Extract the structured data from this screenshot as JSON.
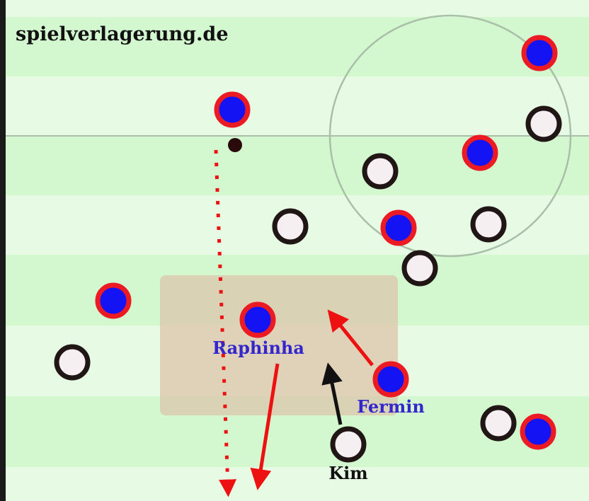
{
  "watermark": "spielverlagerung.de",
  "colors": {
    "stripe_light": "#e7fbe4",
    "stripe_dark": "#d3f8cf",
    "line": "#a9bfa8",
    "team_a_fill": "#1313f3",
    "team_a_ring": "#ec1b23",
    "team_b_fill": "#f6eff2",
    "team_b_ring": "#211616",
    "zone": "#dcc6ad",
    "label_blue": "#3326cc",
    "label_black": "#111111",
    "arrow_red": "#ee1111",
    "arrow_black": "#111111",
    "left_border": "#1a1a1a",
    "ball": "#2a0a0a"
  },
  "labels": {
    "raphinha": "Raphinha",
    "fermin": "Fermin",
    "kim": "Kim"
  }
}
